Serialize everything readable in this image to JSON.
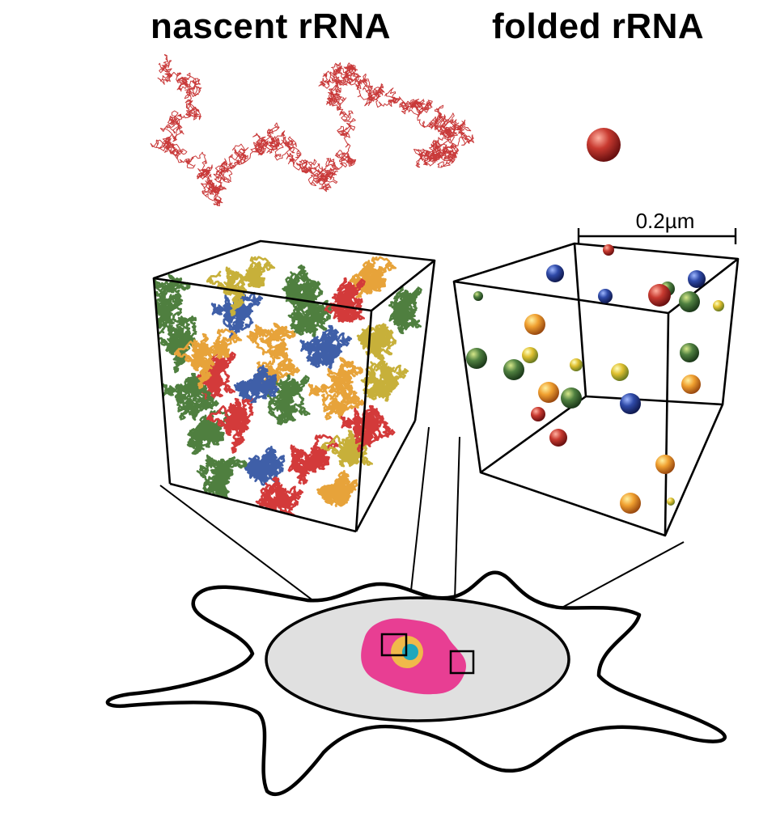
{
  "labels": {
    "nascent": "nascent rRNA",
    "folded": "folded rRNA",
    "scale_bar": "0.2µm"
  },
  "colors": {
    "rna_red": "#c93a3a",
    "chain_palette": [
      "#d33a3a",
      "#3f5fa8",
      "#4f7f3f",
      "#e7a33a",
      "#c7b03a"
    ],
    "nucleus_fill": "#e0e0e0",
    "nucleolus_outer": "#e83e93",
    "nucleolus_middle": "#f0b94a",
    "nucleolus_core": "#1ea7bc"
  },
  "icons": {
    "nascent_chain": "random-walk-polymer",
    "folded_particle": "sphere",
    "cell": "cell-outline",
    "nucleus": "ellipse",
    "zoom_boxes": "square-outline"
  }
}
